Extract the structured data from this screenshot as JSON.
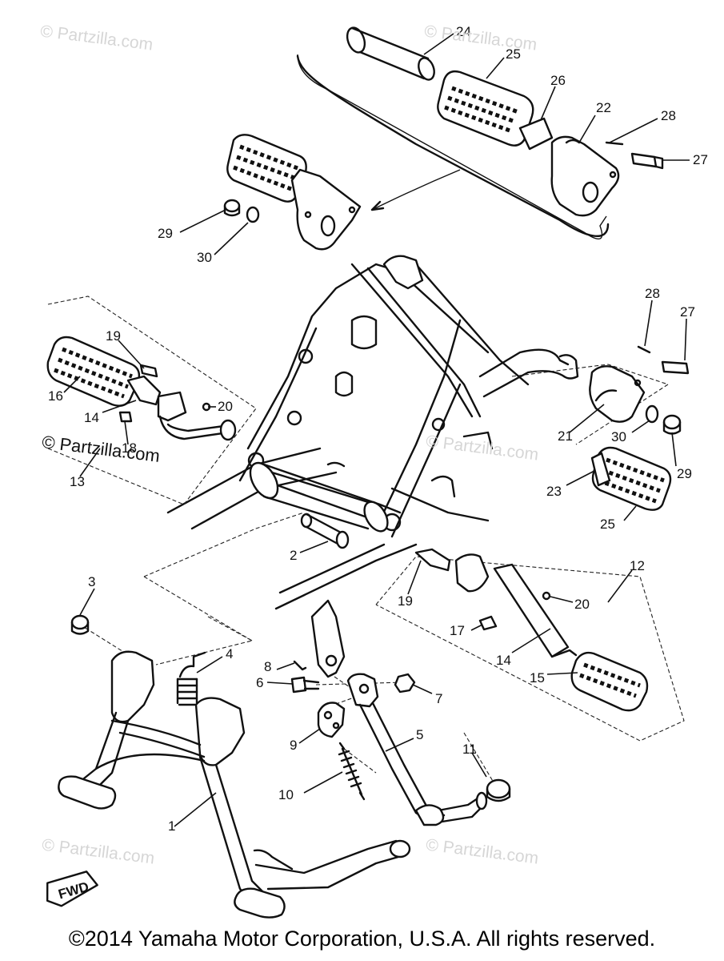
{
  "watermark": {
    "text": "© Partzilla.com"
  },
  "copyright": "©2014 Yamaha Motor Corporation, U.S.A. All rights reserved.",
  "fwd_badge": "FWD",
  "callouts": [
    "24",
    "25",
    "26",
    "22",
    "28",
    "27",
    "29",
    "30",
    "28",
    "27",
    "19",
    "16",
    "14",
    "20",
    "18",
    "13",
    "21",
    "30",
    "29",
    "23",
    "25",
    "2",
    "12",
    "3",
    "19",
    "20",
    "17",
    "14",
    "4",
    "8",
    "6",
    "7",
    "15",
    "9",
    "5",
    "11",
    "10",
    "1"
  ]
}
